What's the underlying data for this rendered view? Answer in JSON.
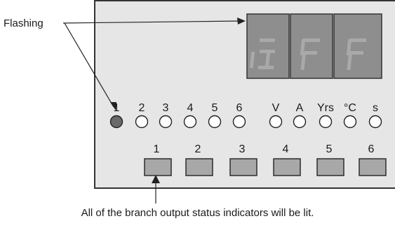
{
  "callout_label": "Flashing",
  "caption": "All of the branch output status indicators will be lit.",
  "display": {
    "digits": [
      "ō",
      "F",
      "F"
    ],
    "text": "ōFF",
    "digit_color": "#a9a9a9",
    "background": "#8e8e8e"
  },
  "indicators": {
    "labels": [
      "1",
      "2",
      "3",
      "4",
      "5",
      "6",
      "V",
      "A",
      "Yrs",
      "°C",
      "s"
    ],
    "lit": [
      true,
      false,
      false,
      false,
      false,
      false,
      false,
      false,
      false,
      false,
      false
    ]
  },
  "buttons": {
    "labels": [
      "1",
      "2",
      "3",
      "4",
      "5",
      "6"
    ]
  },
  "colors": {
    "panel": "#e6e6e6",
    "border": "#333333",
    "lit_led": "#6a6a6a",
    "button": "#a8a8a8"
  }
}
